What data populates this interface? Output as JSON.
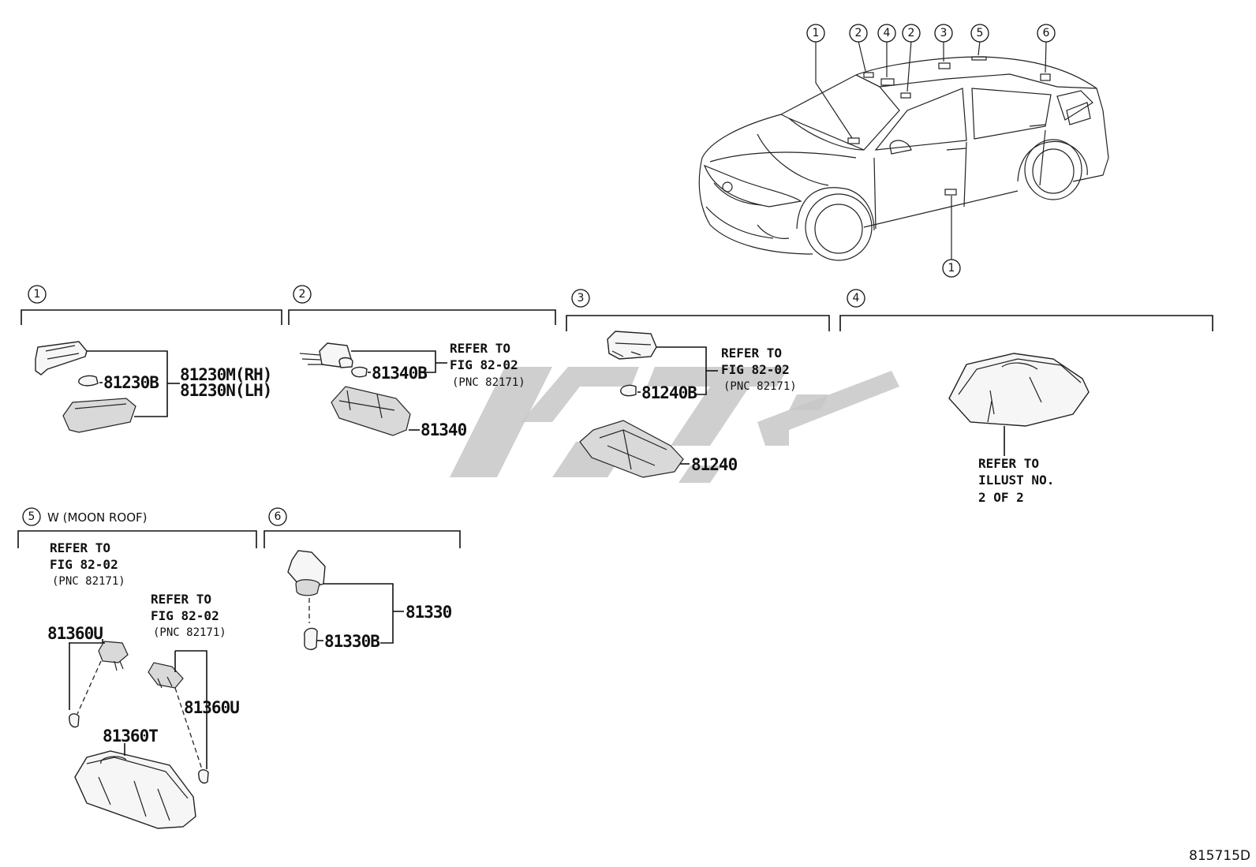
{
  "diagram_code": "815715D",
  "car_callouts": [
    {
      "id": "car-callout-1-top",
      "label": "1"
    },
    {
      "id": "car-callout-2-a",
      "label": "2"
    },
    {
      "id": "car-callout-4",
      "label": "4"
    },
    {
      "id": "car-callout-2-b",
      "label": "2"
    },
    {
      "id": "car-callout-3",
      "label": "3"
    },
    {
      "id": "car-callout-5",
      "label": "5"
    },
    {
      "id": "car-callout-6",
      "label": "6"
    },
    {
      "id": "car-callout-1-bottom",
      "label": "1"
    }
  ],
  "sections": {
    "s1": {
      "label": "1",
      "parts": {
        "bulb": "81230B",
        "rh": "81230M(RH)",
        "lh": "81230N(LH)"
      }
    },
    "s2": {
      "label": "2",
      "parts": {
        "bulb": "81340B",
        "lamp": "81340"
      },
      "refer": {
        "line1": "REFER TO",
        "line2": "FIG 82-02",
        "pnc": "(PNC 82171)"
      }
    },
    "s3": {
      "label": "3",
      "parts": {
        "bulb": "81240B",
        "lamp": "81240"
      },
      "refer": {
        "line1": "REFER TO",
        "line2": "FIG 82-02",
        "pnc": "(PNC 82171)"
      }
    },
    "s4": {
      "label": "4",
      "refer": {
        "line1": "REFER TO",
        "line2": "ILLUST NO.",
        "line3": "2 OF 2"
      }
    },
    "s5": {
      "label": "5",
      "title": "W (MOON ROOF)",
      "refer_a": {
        "line1": "REFER TO",
        "line2": "FIG 82-02",
        "pnc": "(PNC 82171)"
      },
      "refer_b": {
        "line1": "REFER TO",
        "line2": "FIG 82-02",
        "pnc": "(PNC 82171)"
      },
      "parts": {
        "bulb_left": "81360U",
        "bulb_right": "81360U",
        "cover": "81360T"
      }
    },
    "s6": {
      "label": "6",
      "parts": {
        "lamp": "81330",
        "bulb": "81330B"
      }
    }
  }
}
